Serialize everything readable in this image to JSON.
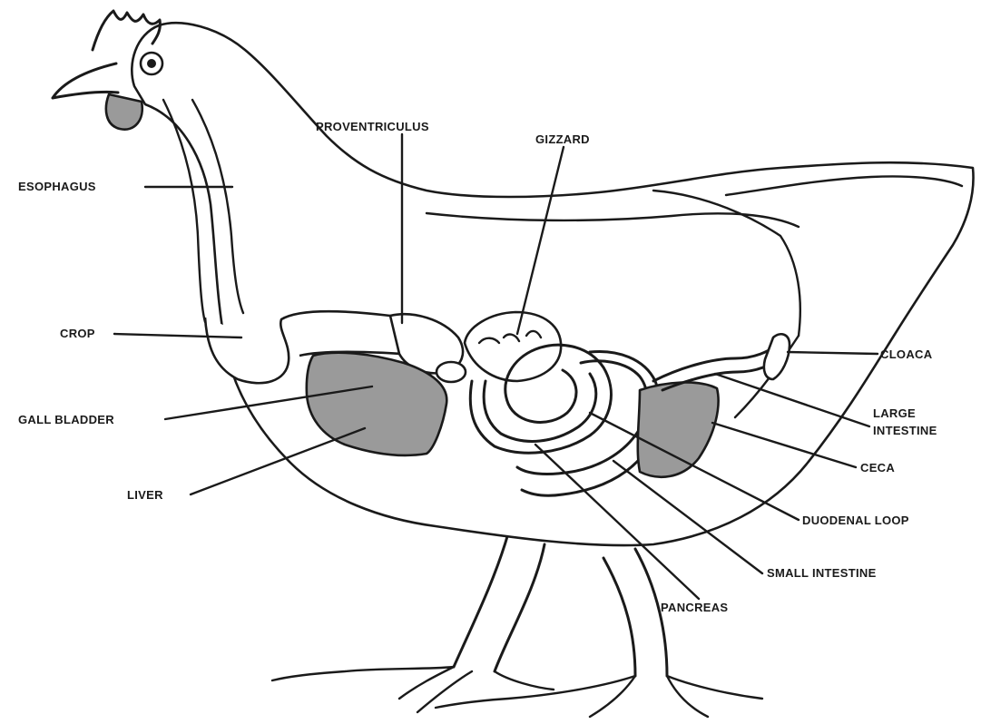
{
  "diagram": {
    "labels": {
      "esophagus": "ESOPHAGUS",
      "crop": "CROP",
      "gall_bladder": "GALL BLADDER",
      "liver": "LIVER",
      "proventriculus": "PROVENTRICULUS",
      "gizzard": "GIZZARD",
      "cloaca": "CLOACA",
      "large_intestine_1": "LARGE",
      "large_intestine_2": "INTESTINE",
      "ceca": "CECA",
      "duodenal_loop": "DUODENAL LOOP",
      "small_intestine": "SMALL INTESTINE",
      "pancreas": "PANCREAS"
    }
  }
}
